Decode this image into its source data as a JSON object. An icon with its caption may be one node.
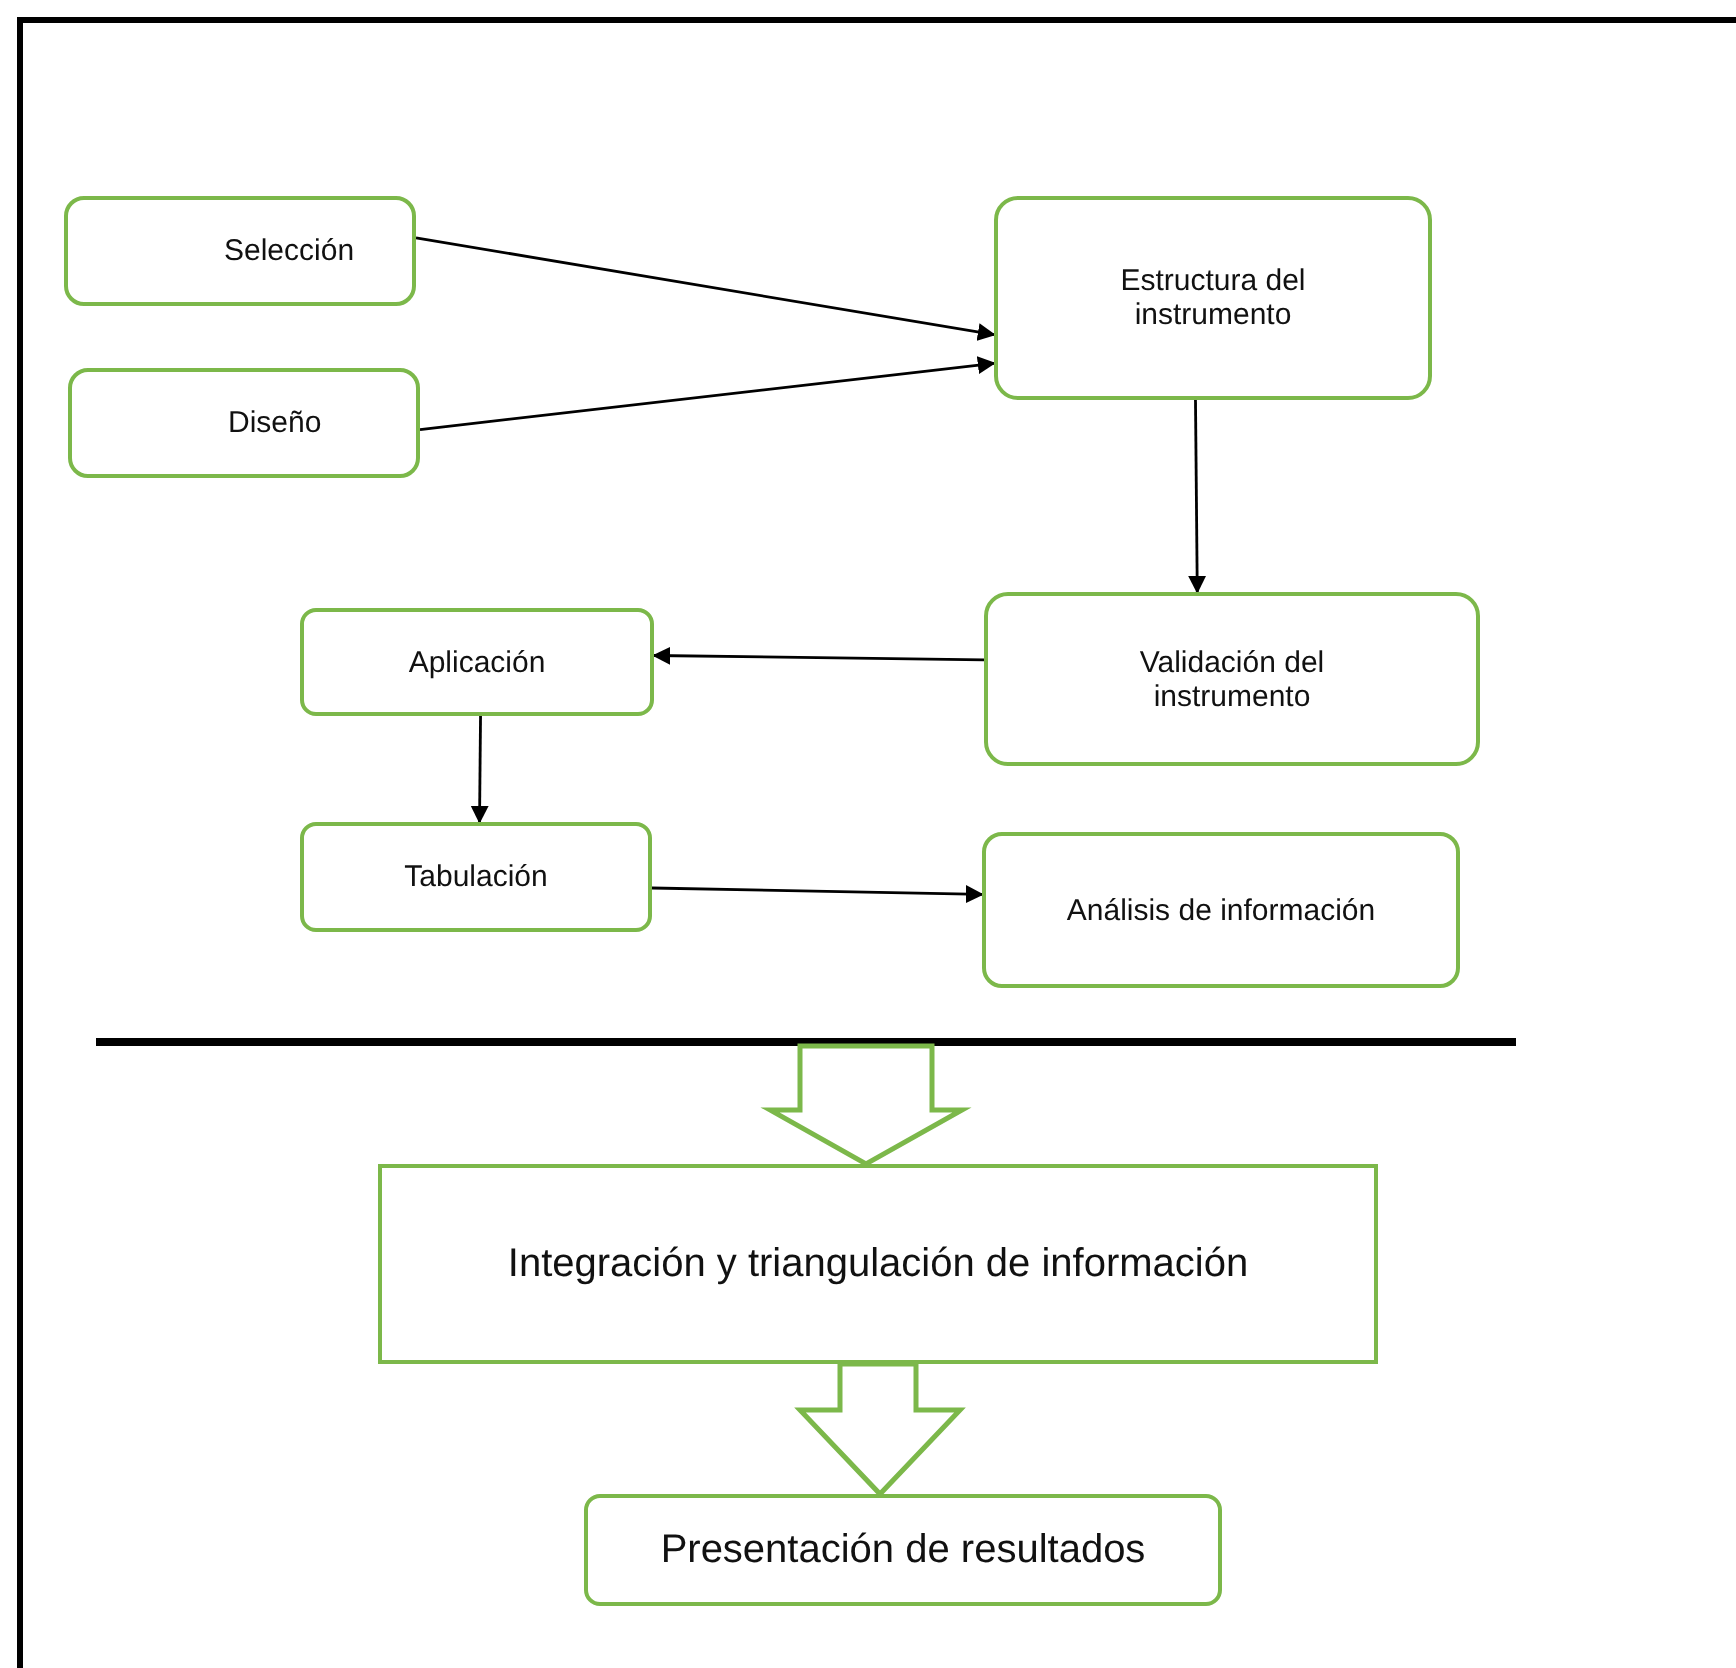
{
  "diagram": {
    "nodes": [
      {
        "text": [
          "Selección"
        ]
      },
      {
        "text": [
          "Diseño"
        ]
      },
      {
        "text": [
          "Estructura del instrumento"
        ]
      },
      {
        "text": [
          "Validación del instrumento"
        ]
      },
      {
        "text": [
          "Aplicación"
        ]
      },
      {
        "text": [
          "Tabulación"
        ]
      },
      {
        "text": [
          "Análisis de información"
        ]
      },
      {
        "text": [
          "Integración y triangulación de información"
        ]
      },
      {
        "text": [
          "Presentación de resultados"
        ]
      }
    ],
    "edges": [
      {
        "from": 0,
        "to": 2,
        "arrow": "to"
      },
      {
        "from": 1,
        "to": 2,
        "arrow": "to"
      },
      {
        "from": 2,
        "to": 3,
        "arrow": "to"
      },
      {
        "from": 3,
        "to": 4,
        "arrow": "to"
      },
      {
        "from": 4,
        "to": 5,
        "arrow": "to"
      },
      {
        "from": 5,
        "to": 6,
        "arrow": "to"
      },
      {
        "from": null,
        "to": 7,
        "arrow": "to",
        "style": "thick"
      },
      {
        "from": 7,
        "to": 8,
        "arrow": "to",
        "style": "thick"
      }
    ]
  }
}
